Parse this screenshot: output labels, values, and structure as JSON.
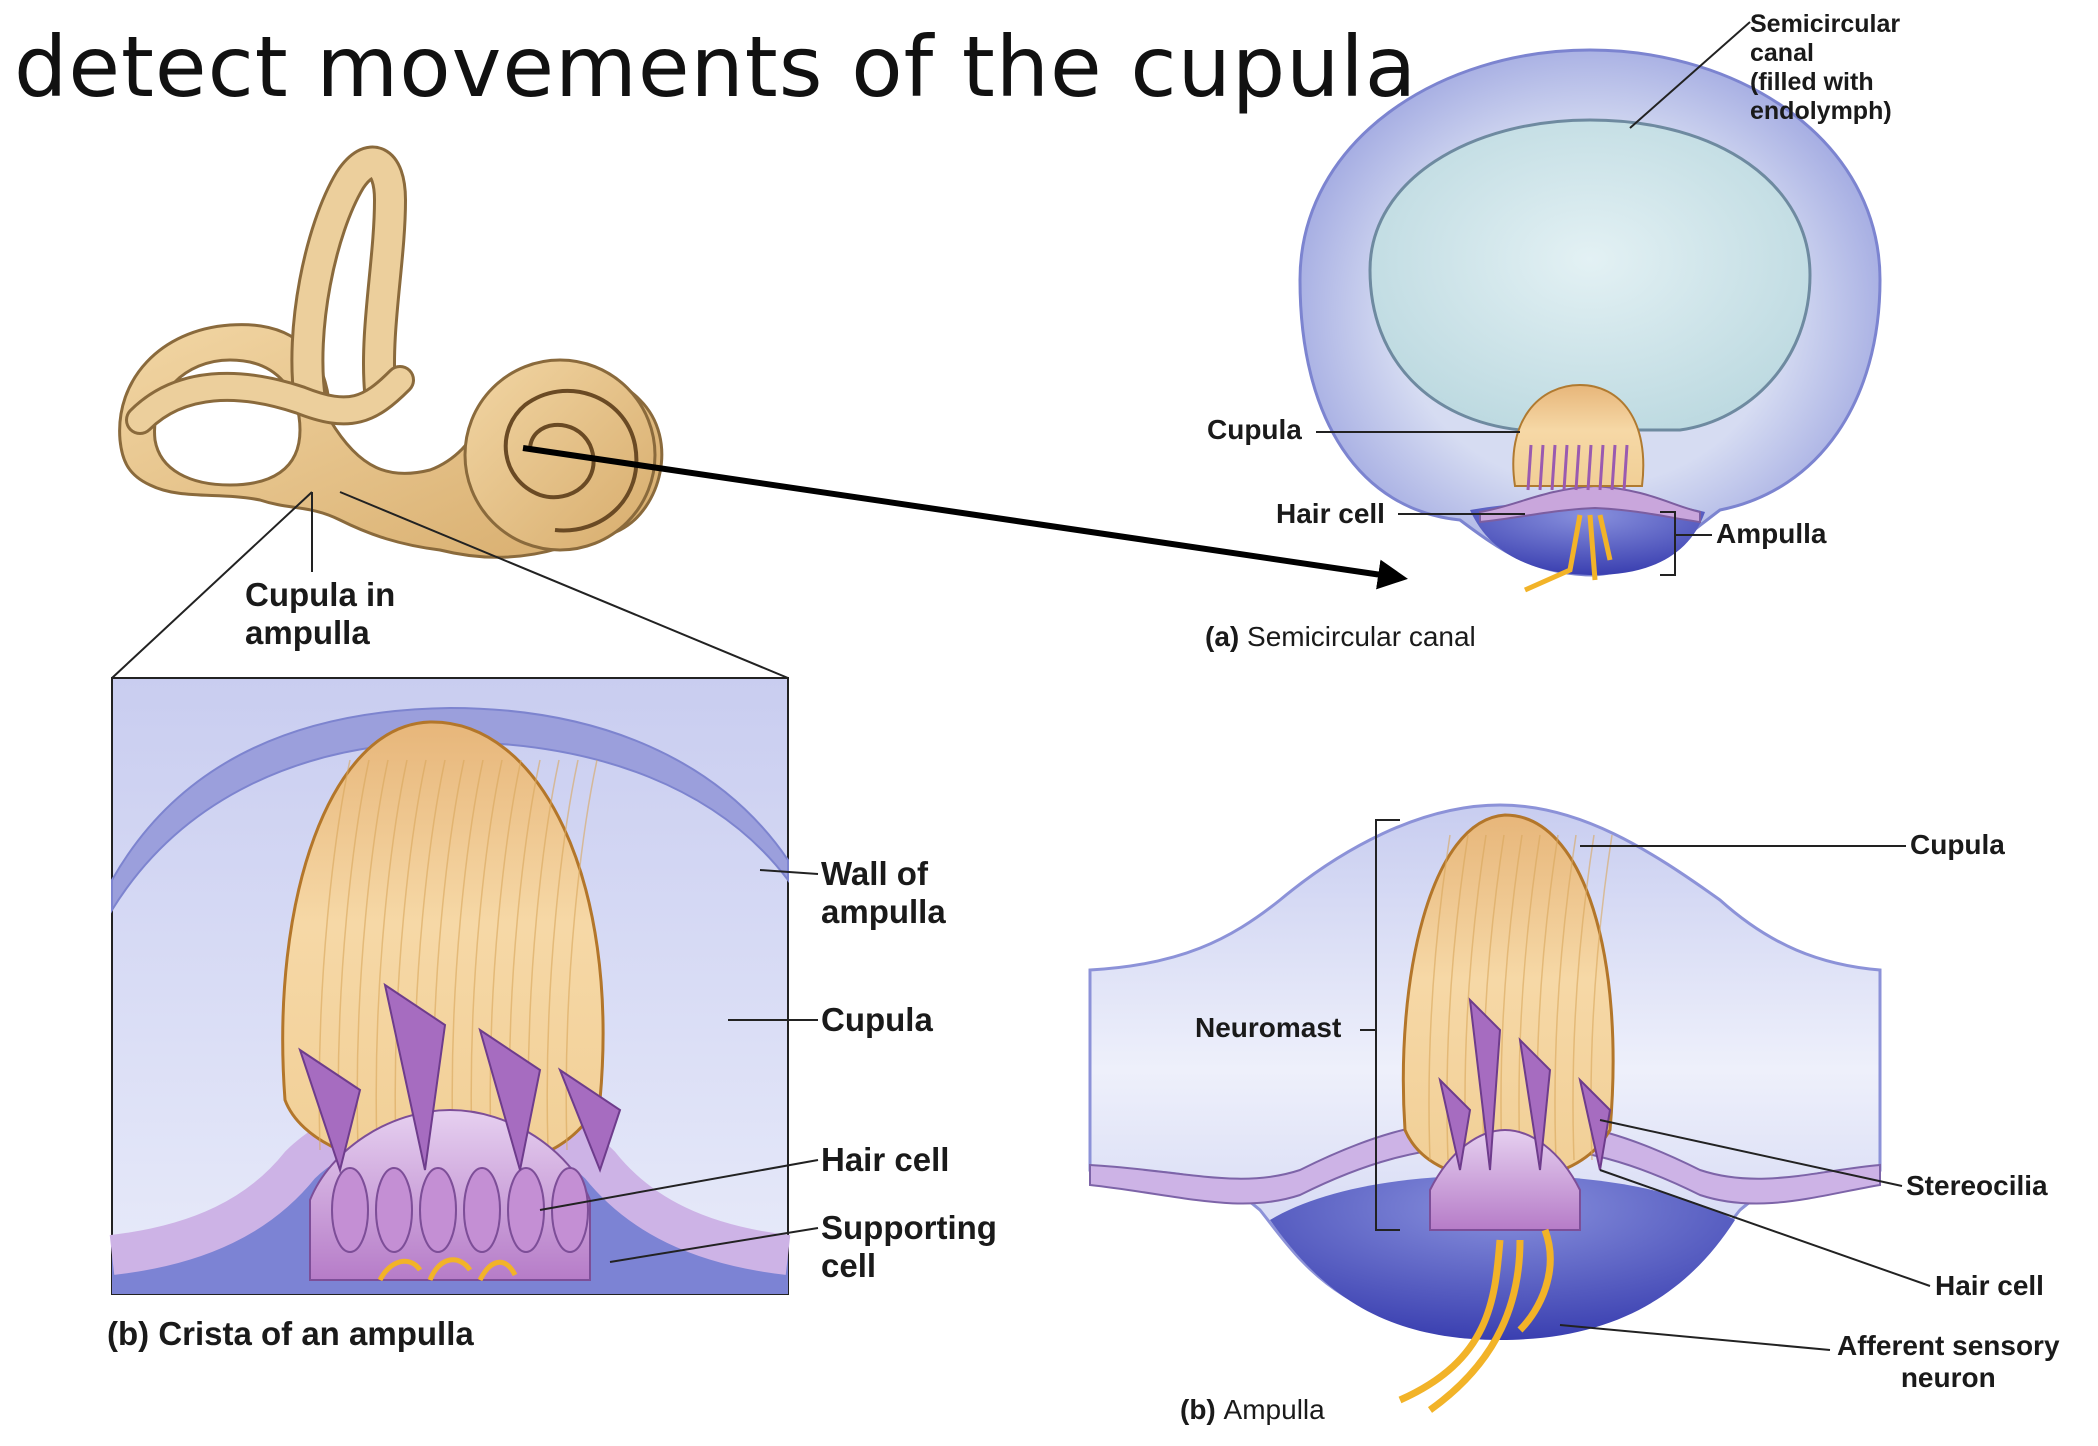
{
  "title": "detect movements of the cupula",
  "labels": {
    "cupula_in_ampulla": "Cupula in\nampulla",
    "semicircular_canal": "Semicircular\ncanal\n(filled with\nendolymph)",
    "cupula_a": "Cupula",
    "hair_cell_a": "Hair cell",
    "ampulla_a": "Ampulla",
    "wall_of_ampulla": "Wall of\nampulla",
    "cupula_left": "Cupula",
    "hair_cell_left": "Hair cell",
    "supporting_cell": "Supporting\ncell",
    "neuromast": "Neuromast",
    "cupula_right": "Cupula",
    "stereocilia": "Stereocilia",
    "hair_cell_right": "Hair cell",
    "afferent_sensory_neuron": "Afferent sensory\nneuron"
  },
  "captions": {
    "a_letter": "(a)",
    "a_text": "Semicircular canal",
    "b_left_letter": "(b)",
    "b_left_text": "Crista of an ampulla",
    "b_right_letter": "(b)",
    "b_right_text": "Ampulla"
  },
  "colors": {
    "bone": "#e8c48c",
    "wall": "#8f8fd6",
    "fluid": "#c9d9ea",
    "cupula": "#efc98f",
    "hair_cell": "#c48fd4",
    "nerve": "#f2b328",
    "arrow": "#000000"
  }
}
